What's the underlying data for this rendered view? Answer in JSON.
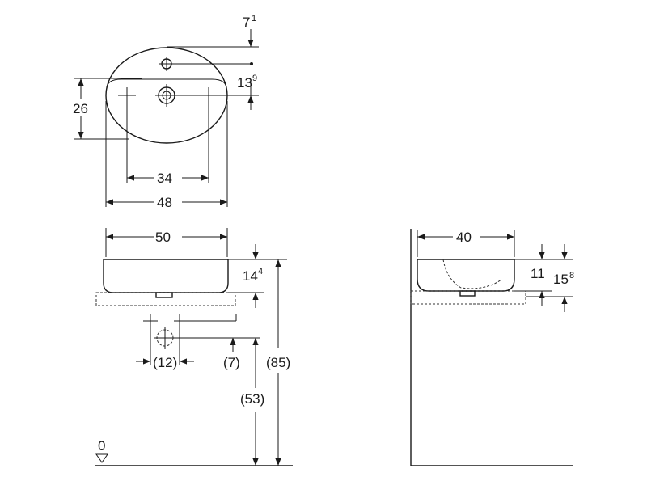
{
  "dimensions": {
    "top_offset": {
      "base": "7",
      "sup": "1"
    },
    "tap_hole": {
      "base": "13",
      "sup": "9"
    },
    "depth": "26",
    "hole_spacing": "34",
    "depth_width": "48",
    "width": "50",
    "height": {
      "base": "14",
      "sup": "4"
    },
    "valve_spacing": "(12)",
    "valve_height": "(7)",
    "drain_height": "(53)",
    "rim_height": "(85)",
    "floor": "0",
    "side_width": "40",
    "side_inner": "11",
    "side_total": {
      "base": "15",
      "sup": "8"
    }
  }
}
